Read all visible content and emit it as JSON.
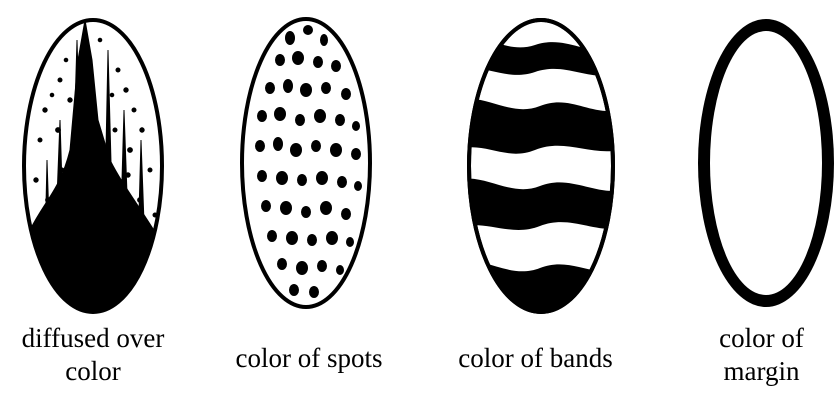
{
  "panels": [
    {
      "id": "diffused",
      "caption_lines": [
        "diffused over",
        "color"
      ]
    },
    {
      "id": "spots",
      "caption_lines": [
        "color of spots"
      ]
    },
    {
      "id": "bands",
      "caption_lines": [
        "color of bands"
      ]
    },
    {
      "id": "margin",
      "caption_lines": [
        "color of",
        "margin"
      ]
    }
  ],
  "ink_color": "#000000",
  "paper_color": "#ffffff"
}
